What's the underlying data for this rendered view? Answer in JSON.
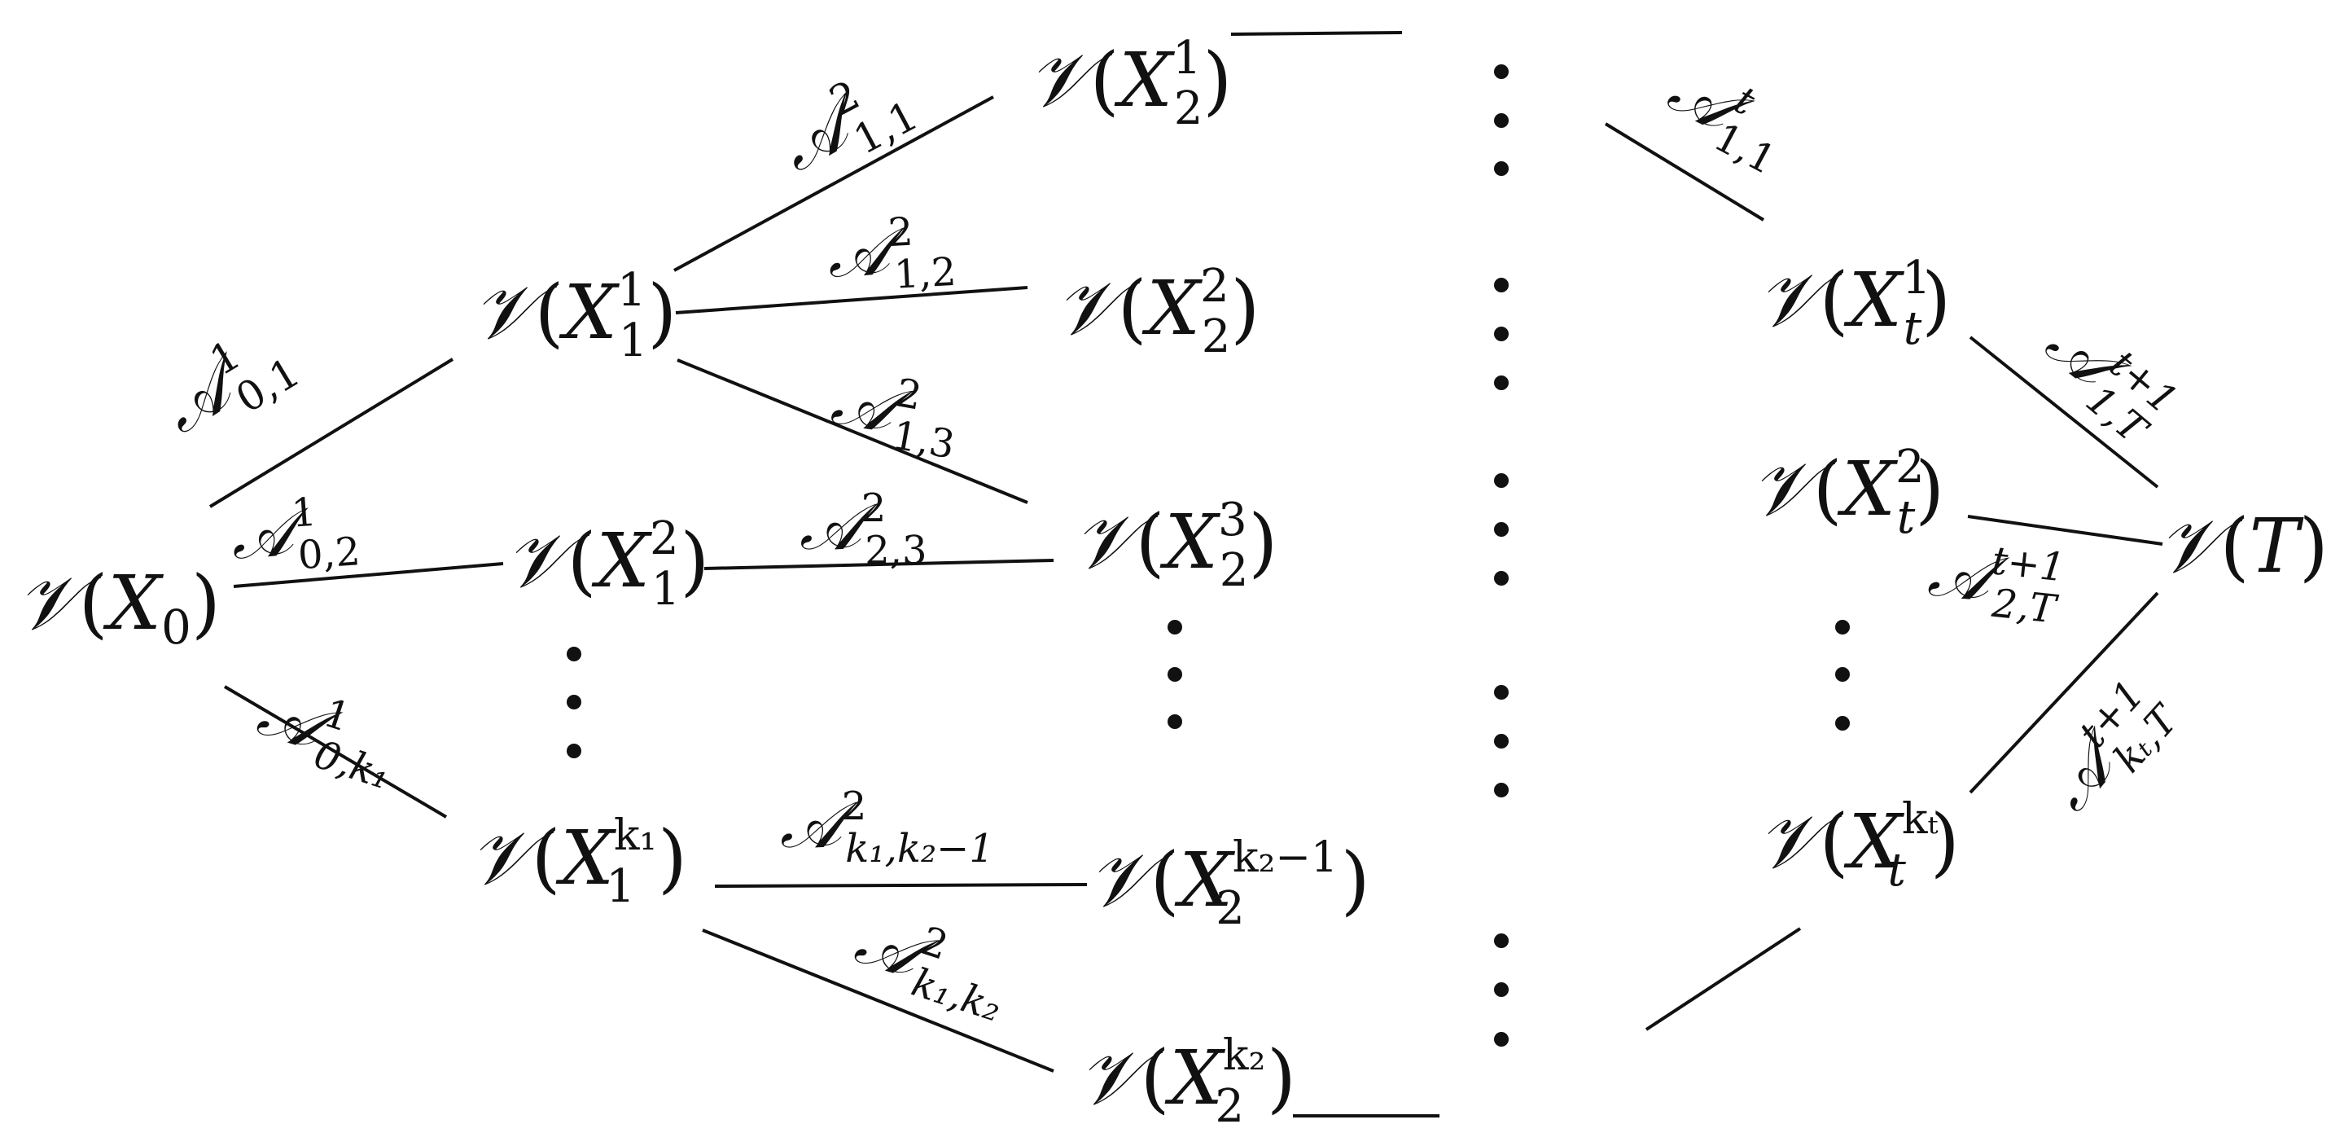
{
  "colors": {
    "ink": "#111111",
    "background": "#ffffff"
  },
  "nodes": {
    "x0": {
      "fn": "𝒱",
      "base": "X",
      "sub": "0",
      "sup": ""
    },
    "x1_1": {
      "fn": "𝒱",
      "base": "X",
      "sub": "1",
      "sup": "1"
    },
    "x1_2": {
      "fn": "𝒱",
      "base": "X",
      "sub": "1",
      "sup": "2"
    },
    "x1_k1": {
      "fn": "𝒱",
      "base": "X",
      "sub": "1",
      "sup": "k₁"
    },
    "x2_1": {
      "fn": "𝒱",
      "base": "X",
      "sub": "2",
      "sup": "1"
    },
    "x2_2": {
      "fn": "𝒱",
      "base": "X",
      "sub": "2",
      "sup": "2"
    },
    "x2_3": {
      "fn": "𝒱",
      "base": "X",
      "sub": "2",
      "sup": "3"
    },
    "x2_k2m1": {
      "fn": "𝒱",
      "base": "X",
      "sub": "2",
      "sup": "k₂−1"
    },
    "x2_k2": {
      "fn": "𝒱",
      "base": "X",
      "sub": "2",
      "sup": "k₂"
    },
    "xt_1": {
      "fn": "𝒱",
      "base": "X",
      "sub": "t",
      "sup": "1"
    },
    "xt_2": {
      "fn": "𝒱",
      "base": "X",
      "sub": "t",
      "sup": "2"
    },
    "xt_kt": {
      "fn": "𝒱",
      "base": "X",
      "sub": "t",
      "sup": "kₜ"
    },
    "t": {
      "fn": "𝒱",
      "base": "T",
      "sub": "",
      "sup": ""
    }
  },
  "edges": {
    "a01": {
      "sym": "𝒜",
      "sup": "1",
      "sub": "0,1"
    },
    "a02": {
      "sym": "𝒜",
      "sup": "1",
      "sub": "0,2"
    },
    "a0k1": {
      "sym": "𝒜",
      "sup": "1",
      "sub": "0,k₁"
    },
    "a11": {
      "sym": "𝒜",
      "sup": "2",
      "sub": "1,1"
    },
    "a12": {
      "sym": "𝒜",
      "sup": "2",
      "sub": "1,2"
    },
    "a13": {
      "sym": "𝒜",
      "sup": "2",
      "sub": "1,3"
    },
    "a23": {
      "sym": "𝒜",
      "sup": "2",
      "sub": "2,3"
    },
    "ak1k2m1": {
      "sym": "𝒜",
      "sup": "2",
      "sub": "k₁,k₂−1"
    },
    "ak1k2": {
      "sym": "𝒜",
      "sup": "2",
      "sub": "k₁,k₂"
    },
    "at11": {
      "sym": "𝒜",
      "sup": "t",
      "sub": "1,1"
    },
    "at1T": {
      "sym": "𝒜",
      "sup": "t+1",
      "sub": "1,T"
    },
    "at2T": {
      "sym": "𝒜",
      "sup": "t+1",
      "sub": "2,T"
    },
    "atkT": {
      "sym": "𝒜",
      "sup": "t+1",
      "sub": "kₜ,T"
    }
  },
  "ellipsis": "⋮"
}
